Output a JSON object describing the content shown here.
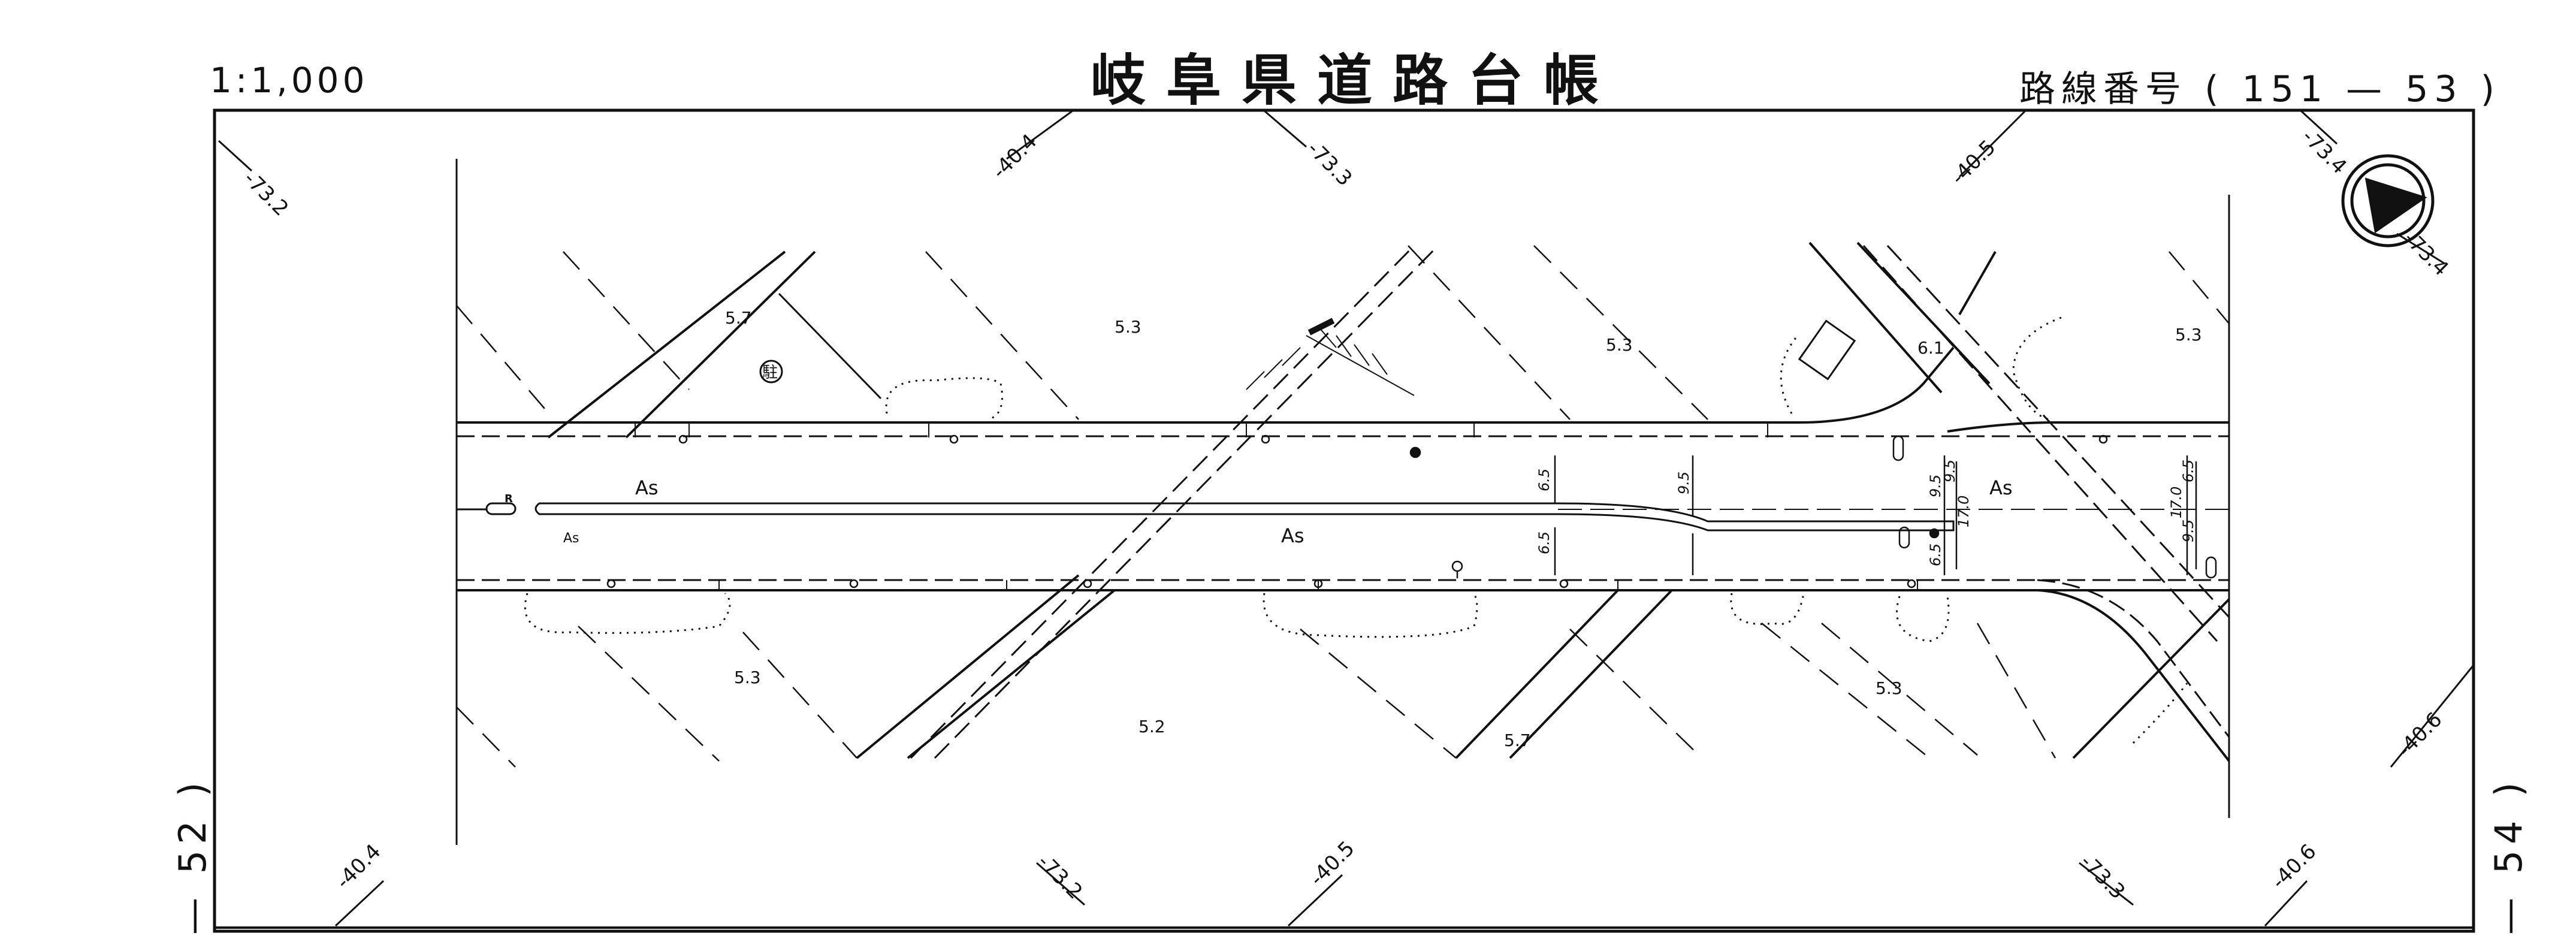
{
  "header": {
    "scale": "1:1,000",
    "title": "岐阜県道路台帳",
    "route_label": "路線番号",
    "route_number": "( 151 — 53 )"
  },
  "sheet_refs": {
    "left": "— 52 )",
    "right": "— 54 )"
  },
  "map": {
    "grid_labels_top": [
      "-73.2",
      "-40.4",
      "-73.3",
      "-40.5",
      "-73.4",
      "-73.4"
    ],
    "grid_labels_bottom": [
      "-40.4",
      "-73.2",
      "-40.5",
      "-73.3",
      "-40.6",
      "-40.6"
    ],
    "elevations": [
      "5.7",
      "5.3",
      "5.3",
      "6.1",
      "5.3",
      "5.3",
      "5.2",
      "5.7",
      "5.3"
    ],
    "pavement": [
      "As",
      "As",
      "As",
      "As"
    ],
    "widths": [
      "6.5",
      "6.5",
      "9.5",
      "9.5",
      "9.5",
      "6.5",
      "17.0",
      "17.0",
      "6.5",
      "9.5"
    ],
    "symbols": {
      "parking": "駐",
      "road_sign": "R"
    }
  },
  "colors": {
    "ink": "#111111",
    "paper": "#ffffff"
  }
}
